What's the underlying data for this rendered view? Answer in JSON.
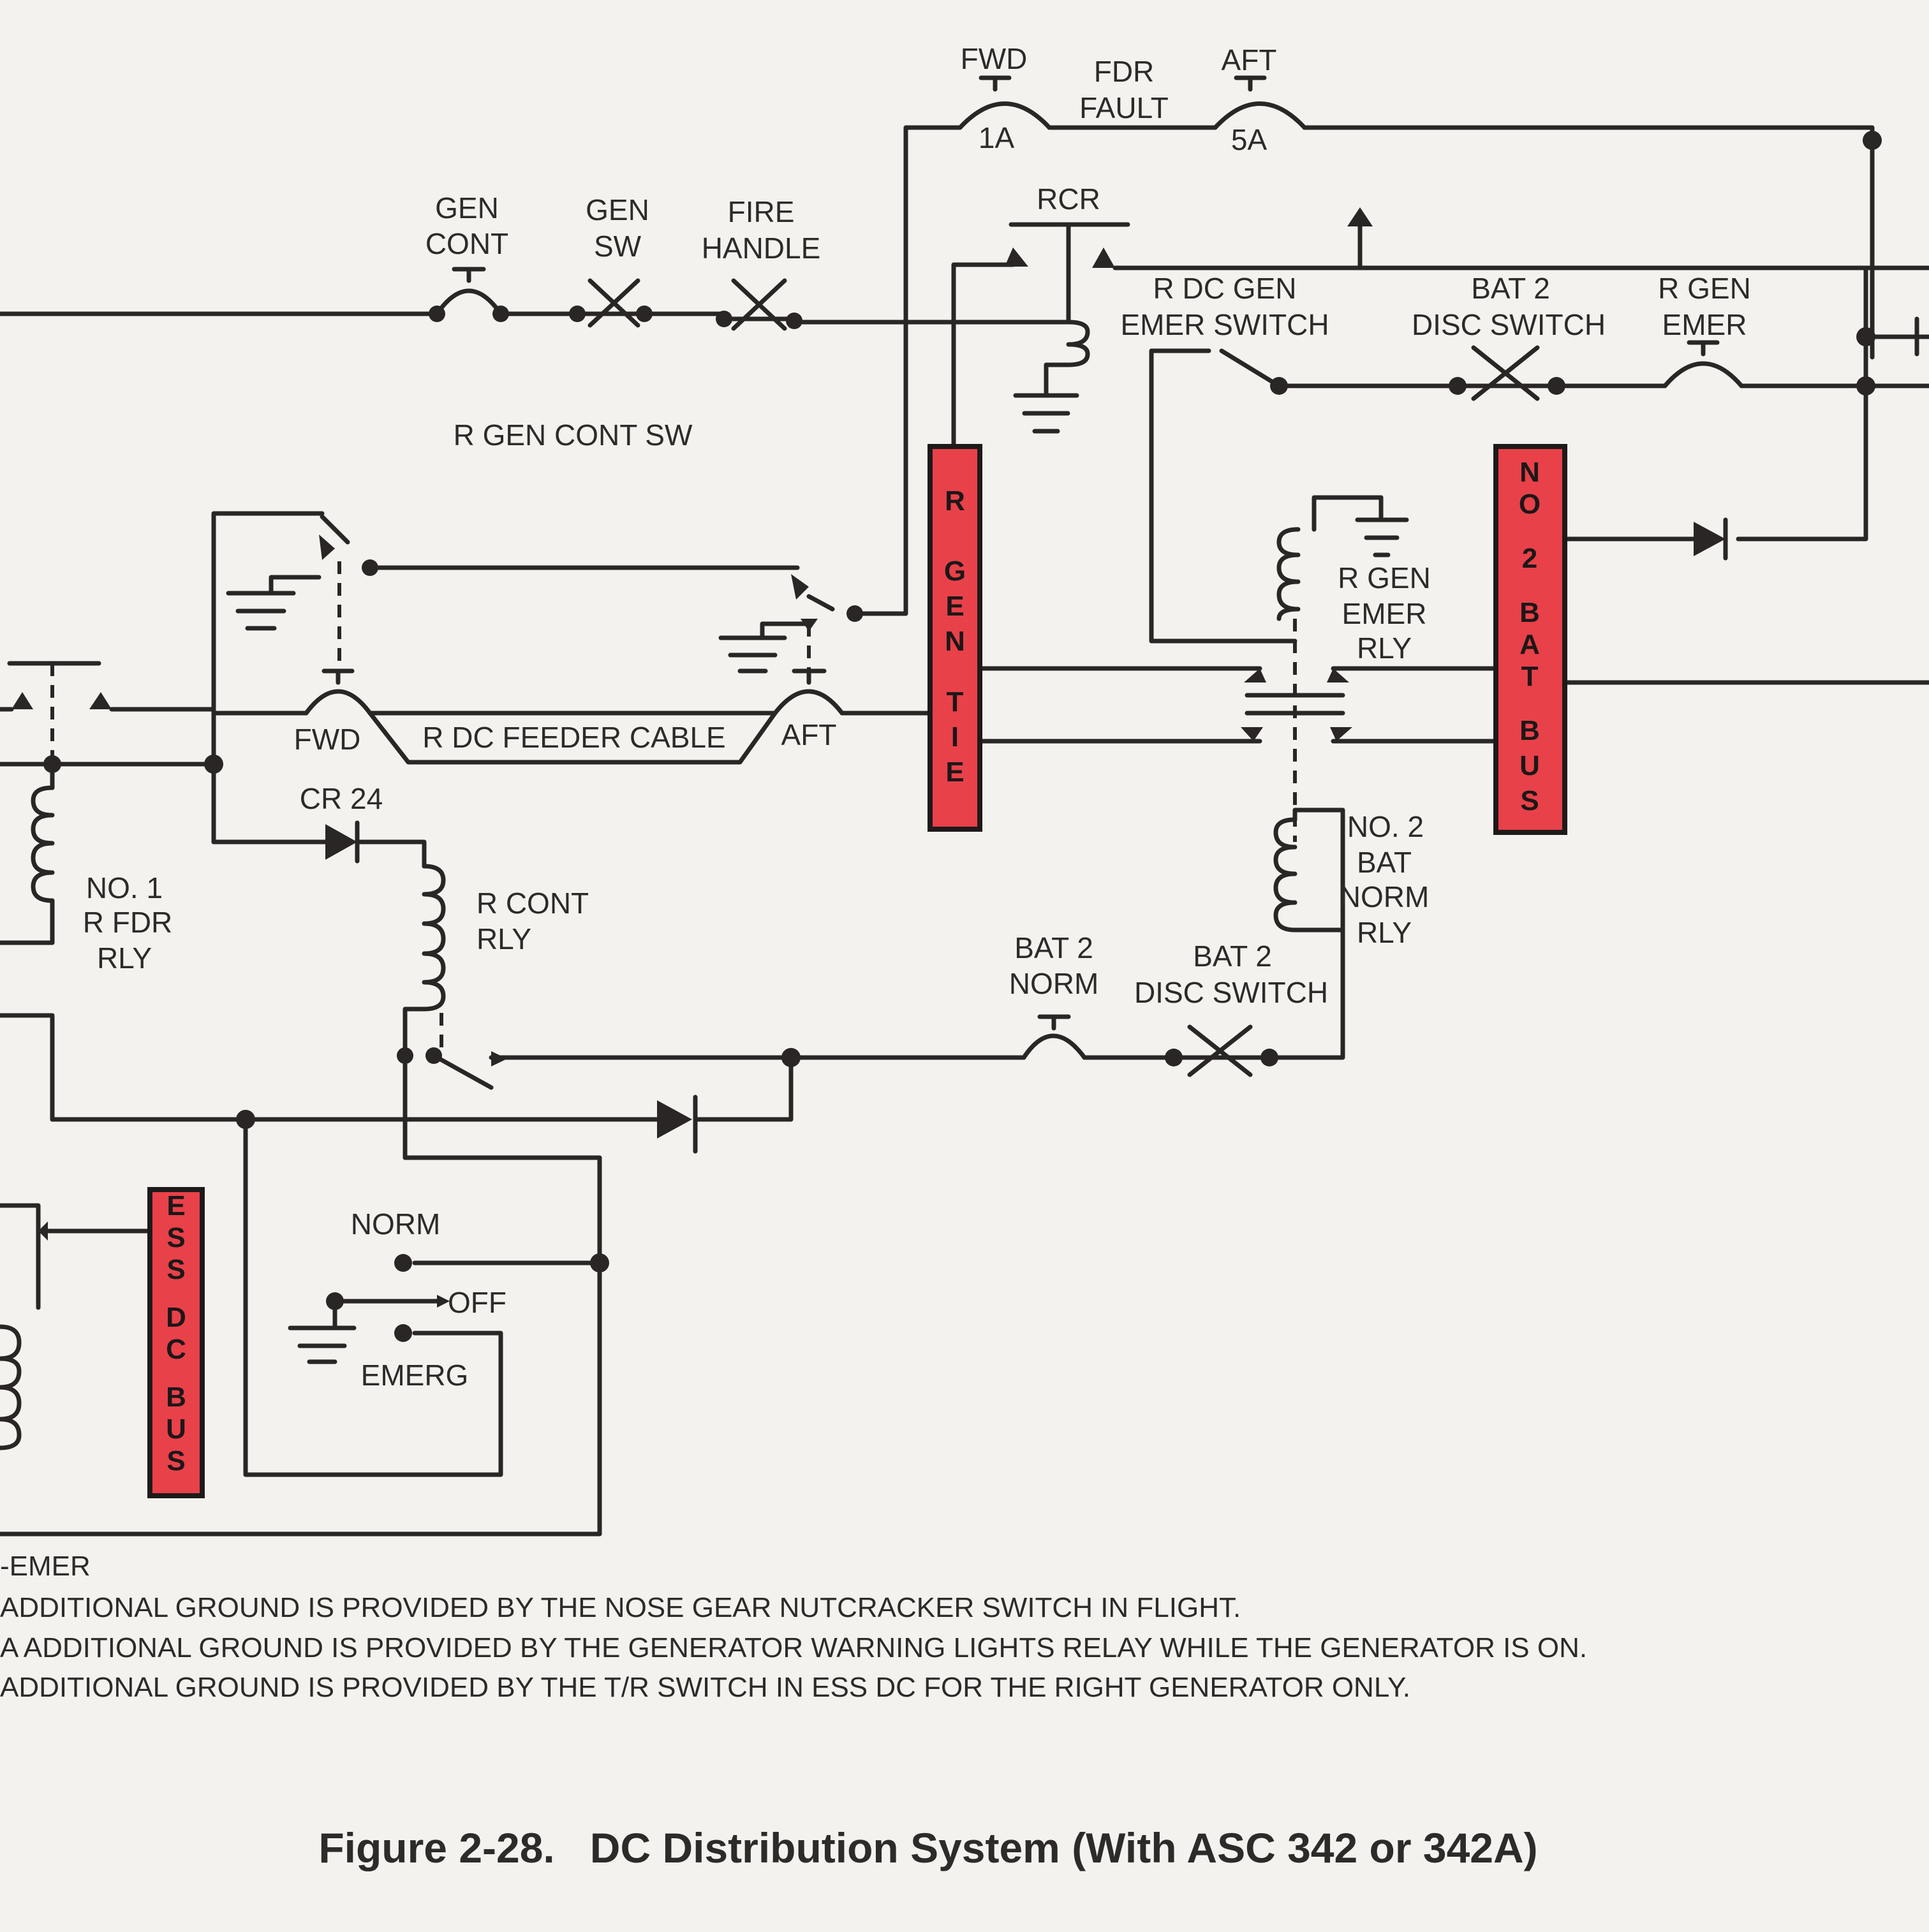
{
  "colors": {
    "bus_fill": "#e8414a",
    "wire": "#2a2626",
    "paper": "#f3f2ee"
  },
  "labels": {
    "fwd_top": "FWD",
    "fdr_fault_1": "FDR",
    "fdr_fault_2": "FAULT",
    "aft_top": "AFT",
    "amp_1a": "1A",
    "amp_5a": "5A",
    "rcr": "RCR",
    "gen_cont_1": "GEN",
    "gen_cont_2": "CONT",
    "gen_sw_1": "GEN",
    "gen_sw_2": "SW",
    "fire_handle_1": "FIRE",
    "fire_handle_2": "HANDLE",
    "r_dc_gen_emer_sw_1": "R DC GEN",
    "r_dc_gen_emer_sw_2": "EMER SWITCH",
    "bat2_disc_sw_top_1": "BAT 2",
    "bat2_disc_sw_top_2": "DISC SWITCH",
    "r_gen_emer_1": "R GEN",
    "r_gen_emer_2": "EMER",
    "r_gen_cont_sw": "R GEN CONT SW",
    "r_gen_emer_rly_1": "R GEN",
    "r_gen_emer_rly_2": "EMER",
    "r_gen_emer_rly_3": "RLY",
    "fwd_feeder": "FWD",
    "r_dc_feeder_cable": "R DC FEEDER CABLE",
    "aft_feeder": "AFT",
    "cr24": "CR 24",
    "no1_r_fdr_rly_1": "NO. 1",
    "no1_r_fdr_rly_2": "R FDR",
    "no1_r_fdr_rly_3": "RLY",
    "r_cont_rly_1": "R CONT",
    "r_cont_rly_2": "RLY",
    "no2_bat_norm_rly_1": "NO. 2",
    "no2_bat_norm_rly_2": "BAT",
    "no2_bat_norm_rly_3": "NORM",
    "no2_bat_norm_rly_4": "RLY",
    "bat2_norm_1": "BAT 2",
    "bat2_norm_2": "NORM",
    "bat2_disc_sw_bot_1": "BAT 2",
    "bat2_disc_sw_bot_2": "DISC SWITCH",
    "norm": "NORM",
    "off": "OFF",
    "emerg": "EMERG"
  },
  "buses": {
    "r_gen_tie": [
      "R",
      "G",
      "E",
      "N",
      "T",
      "I",
      "E"
    ],
    "no2_bat_bus": [
      "N",
      "O",
      "2",
      "B",
      "A",
      "T",
      "B",
      "U",
      "S"
    ],
    "ess_dc_bus": [
      "E",
      "S",
      "S",
      "D",
      "C",
      "B",
      "U",
      "S"
    ]
  },
  "notes": [
    "-EMER",
    "ADDITIONAL GROUND IS PROVIDED BY THE NOSE GEAR NUTCRACKER SWITCH IN FLIGHT.",
    "A ADDITIONAL GROUND IS PROVIDED BY THE GENERATOR WARNING LIGHTS RELAY WHILE THE GENERATOR IS ON.",
    "ADDITIONAL GROUND IS PROVIDED BY THE T/R SWITCH IN ESS DC FOR THE RIGHT GENERATOR ONLY."
  ],
  "caption": "Figure 2-28.   DC Distribution System (With ASC 342 or 342A)"
}
